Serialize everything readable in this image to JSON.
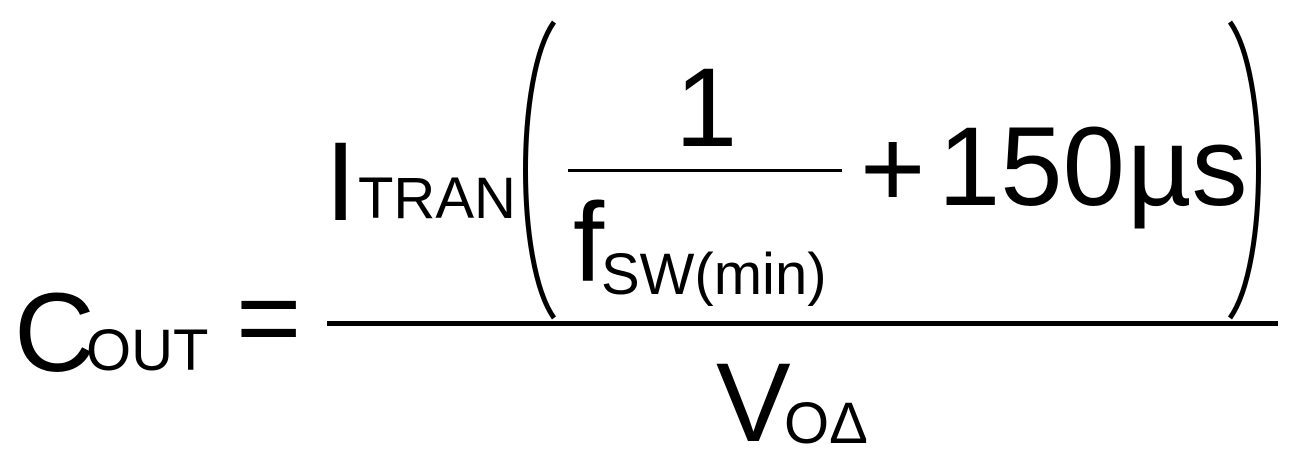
{
  "equation": {
    "lhs": {
      "symbol": "C",
      "subscript": "OUT"
    },
    "equals": "=",
    "numerator": {
      "current_symbol": "I",
      "current_subscript": "TRAN",
      "inner_fraction": {
        "numerator": "1",
        "denominator_symbol": "f",
        "denominator_subscript": "SW(min)"
      },
      "plus": "+",
      "time_value": "150",
      "time_unit": "µs"
    },
    "denominator": {
      "symbol": "V",
      "subscript": "OΔ"
    }
  }
}
